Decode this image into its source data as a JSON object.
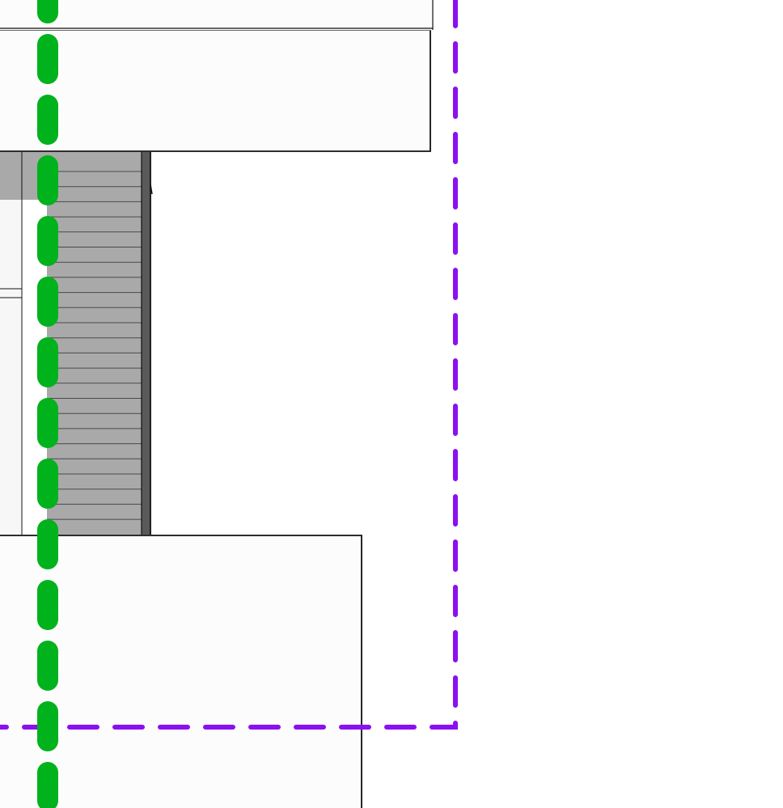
{
  "colors": {
    "background": "#ffffff",
    "outline": "#111111",
    "block_fill": "#fcfcfc",
    "hatch_fill": "#a9a9a9",
    "hatch_line": "#4a4a4a",
    "post_fill": "#5a5a5a",
    "light_panel": "#f7f7f7",
    "property_line": "#8b10f0",
    "center_line": "#00b21b"
  },
  "elements": {
    "upper_block": "building-block",
    "hatched_wall": "hatched-panel",
    "lower_block": "building-block",
    "property_line": "dashed-boundary",
    "center_line": "dashed-axis"
  }
}
